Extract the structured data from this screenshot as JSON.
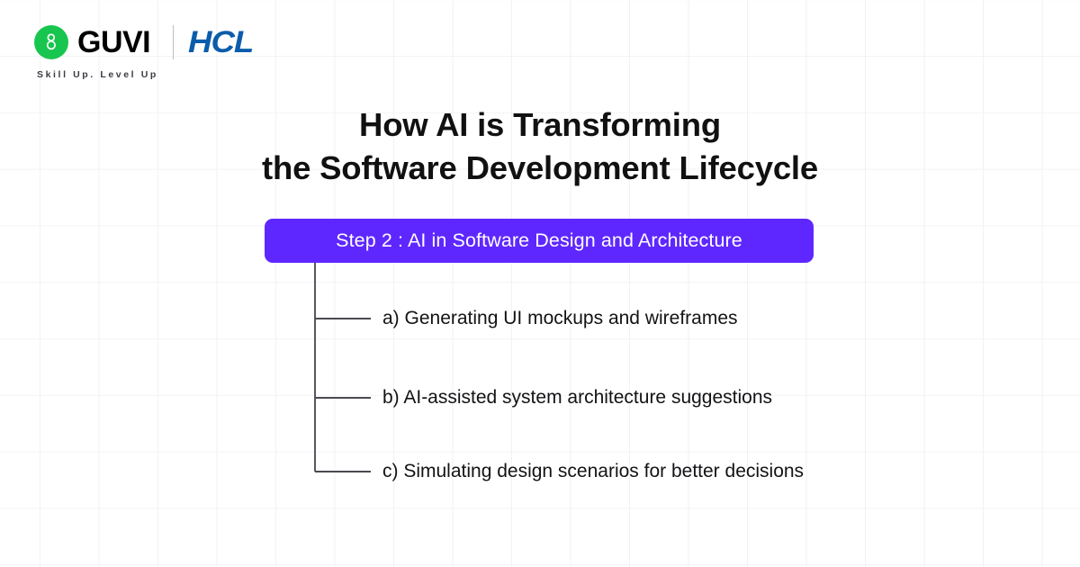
{
  "brand": {
    "logo_icon": "guvi-g-mark-icon",
    "logo_text": "GUVI",
    "tagline": "Skill Up. Level Up",
    "divider_icon": "vertical-divider-icon",
    "partner_text": "HCL",
    "colors": {
      "guvi_green": "#18c64f",
      "hcl_blue": "#0b5cab"
    }
  },
  "heading": {
    "line1": "How AI is Transforming",
    "line2": "the Software Development Lifecycle"
  },
  "step_badge": {
    "label": "Step 2 : AI in Software Design and Architecture",
    "background_color": "#5f27ff",
    "text_color": "#ffffff"
  },
  "tree": {
    "line_color": "#4a4a50",
    "items": [
      {
        "label": "a) Generating UI mockups and wireframes"
      },
      {
        "label": "b) AI-assisted system architecture suggestions"
      },
      {
        "label": "c) Simulating design scenarios for better decisions"
      }
    ]
  },
  "background": {
    "color": "#ffffff",
    "grid_line_color": "#f2f2f4"
  }
}
